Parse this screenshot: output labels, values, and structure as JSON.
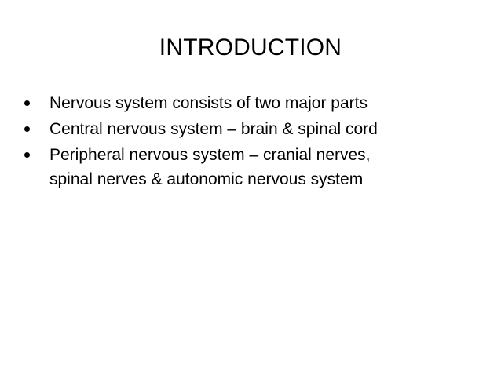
{
  "slide": {
    "title": "INTRODUCTION",
    "bullets": [
      {
        "lines": [
          "Nervous system consists of two major parts"
        ]
      },
      {
        "lines": [
          "Central nervous system – brain & spinal cord"
        ]
      },
      {
        "lines": [
          "Peripheral nervous system – cranial nerves,",
          "spinal nerves & autonomic nervous system"
        ]
      }
    ]
  },
  "colors": {
    "background": "#ffffff",
    "text": "#000000"
  }
}
